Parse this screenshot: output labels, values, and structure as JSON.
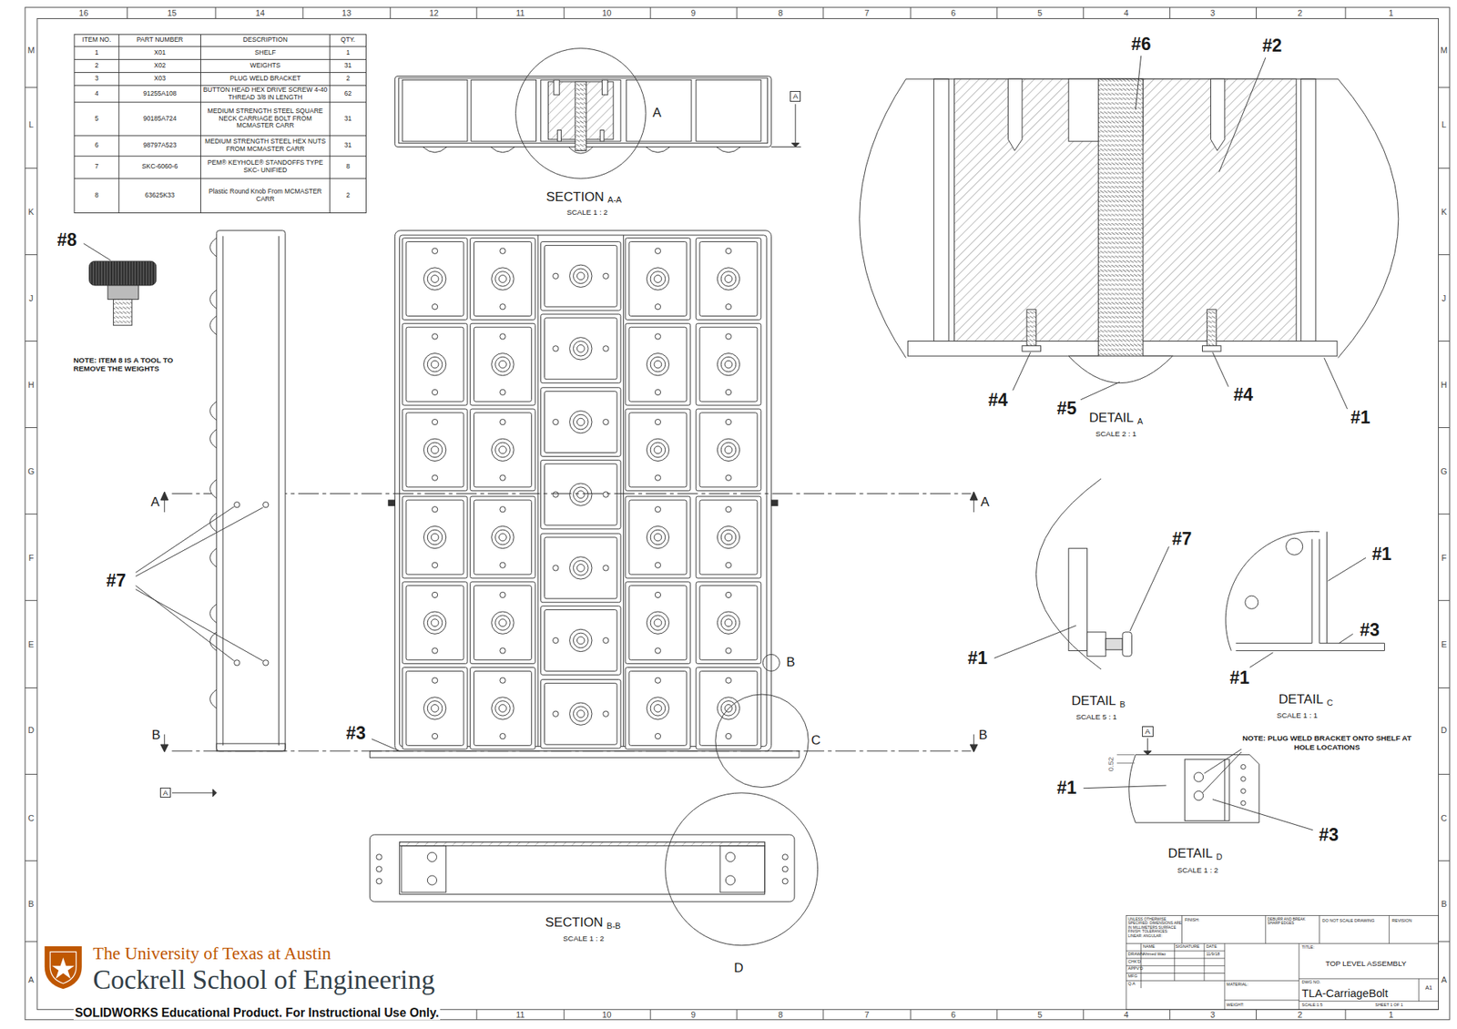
{
  "diagram": {
    "nodes": [
      {
        "text": [
          "A"
        ]
      },
      {
        "text": [
          "A"
        ]
      },
      {
        "text": [
          "A"
        ]
      }
    ],
    "labels": [
      "16",
      "15",
      "14",
      "13",
      "12",
      "11",
      "10",
      "9",
      "8",
      "7",
      "6",
      "5",
      "4",
      "3",
      "2",
      "1",
      "11",
      "10",
      "9",
      "8",
      "7",
      "6",
      "5",
      "4",
      "3",
      "2",
      "1",
      "M",
      "L",
      "K",
      "J",
      "H",
      "G",
      "F",
      "E",
      "D",
      "C",
      "B",
      "A",
      "M",
      "L",
      "K",
      "J",
      "H",
      "G",
      "F",
      "E",
      "D",
      "C",
      "B",
      "A",
      "ITEM NO.",
      "PART NUMBER",
      "DESCRIPTION",
      "QTY.",
      "1",
      "X01",
      "SHELF",
      "1",
      "2",
      "X02",
      "WEIGHTS",
      "31",
      "3",
      "X03",
      "PLUG WELD BRACKET",
      "2",
      "4",
      "91255A108",
      "BUTTON HEAD HEX DRIVE SCREW 4-40 THREAD 3/8 IN LENGTH",
      "62",
      "5",
      "90185A724",
      "MEDIUM STRENGTH STEEL SQUARE NECK CARRIAGE BOLT FROM MCMASTER CARR",
      "31",
      "6",
      "98797A523",
      "MEDIUM STRENGTH STEEL HEX NUTS FROM MCMASTER CARR",
      "31",
      "7",
      "SKC-6060-6",
      "PEM® KEYHOLE® STANDOFFS TYPE SKC- UNIFIED",
      "8",
      "8",
      "63625K33",
      "Plastic Round Knob From MCMASTER CARR",
      "2",
      "#8",
      "NOTE: ITEM 8 IS A TOOL TO REMOVE THE WEIGHTS",
      "#7",
      "A",
      "A",
      "B",
      "B",
      "#3",
      "A",
      "SECTION",
      "A-A",
      "SCALE 1 : 2",
      "B",
      "C",
      "SECTION",
      "B-B",
      "SCALE 1 : 2",
      "D",
      "#6",
      "#2",
      "#4",
      "#5",
      "DETAIL",
      "A",
      "SCALE 2 : 1",
      "#4",
      "#1",
      "#7",
      "#1",
      "DETAIL",
      "B",
      "SCALE 5 : 1",
      "#1",
      "#3",
      "#1",
      "DETAIL",
      "C",
      "SCALE 1 : 1",
      "NOTE: PLUG WELD BRACKET ONTO SHELF AT HOLE LOCATIONS",
      "0.52",
      "#1",
      "#3",
      "DETAIL",
      "D",
      "SCALE 1 : 2",
      "UNLESS OTHERWISE SPECIFIED: DIMENSIONS ARE IN MILLIMETERS SURFACE FINISH: TOLERANCES: LINEAR: ANGULAR:",
      "FINISH:",
      "DEBURR AND BREAK SHARP EDGES",
      "DO NOT SCALE DRAWING",
      "REVISION",
      "NAME",
      "SIGNATURE",
      "DATE",
      "DRAWN",
      "Ahmed Wao",
      "11/9/18",
      "CHK'D",
      "APPV'D",
      "MFG",
      "Q.A",
      "MATERIAL:",
      "WEIGHT:",
      "TITLE:",
      "TOP LEVEL ASSEMBLY",
      "DWG NO.",
      "TLA-CarriageBolt",
      "A1",
      "SCALE:1:5",
      "SHEET 1 OF 1",
      "The University of Texas at Austin",
      "Cockrell School of Engineering",
      "SOLIDWORKS Educational Product. For Instructional Use Only."
    ]
  }
}
